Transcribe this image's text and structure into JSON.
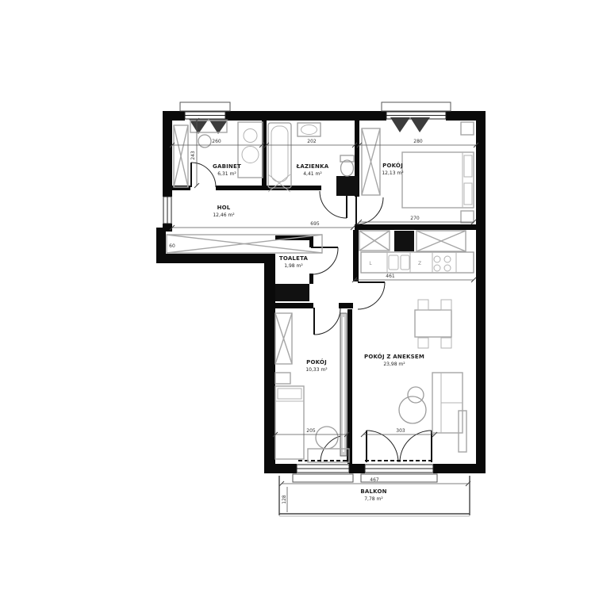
{
  "plan_type": "apartment-floor-plan",
  "rooms": [
    {
      "name": "GABINET",
      "area": "6,31 m²"
    },
    {
      "name": "ŁAZIENKA",
      "area": "4,41 m²"
    },
    {
      "name": "POKÓJ",
      "area": "12,13 m²"
    },
    {
      "name": "HOL",
      "area": "12,46 m²"
    },
    {
      "name": "TOALETA",
      "area": "1,98 m²"
    },
    {
      "name": "POKÓJ",
      "area": "10,33 m²"
    },
    {
      "name": "POKÓJ Z ANEKSEM",
      "area": "23,98 m²"
    },
    {
      "name": "BALKON",
      "area": "7,78 m²"
    }
  ],
  "kitchen": {
    "cabinet_label": "L",
    "sink_label": "Z"
  },
  "dims": {
    "gabinet_w": "260",
    "lazienka_w": "202",
    "bedroom_w": "280",
    "gabinet_h": "243",
    "hol_len": "695",
    "annex_w": "270",
    "kitchen_w": "461",
    "pokoj2_win": "205",
    "salon_win": "303",
    "balkon_w": "467",
    "balkon_d": "128",
    "hol_left": "60"
  },
  "colors": {
    "wall": "#0a0a0a",
    "furniture": "#a6a6a6",
    "dimension": "#333333"
  }
}
